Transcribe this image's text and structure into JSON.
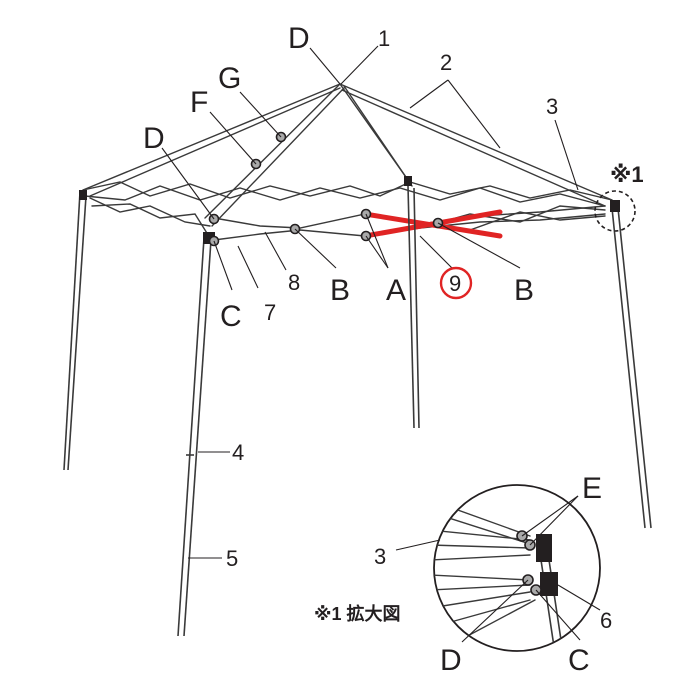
{
  "labels": {
    "A": "A",
    "B": "B",
    "C": "C",
    "D": "D",
    "E": "E",
    "F": "F",
    "G": "G",
    "n1": "1",
    "n2": "2",
    "n3": "3",
    "n4": "4",
    "n5": "5",
    "n6": "6",
    "n7": "7",
    "n8": "8",
    "n9": "9"
  },
  "note": {
    "marker": "※1",
    "caption": "※1 拡大図"
  },
  "colors": {
    "highlight": "#e02424",
    "line": "#3a3a3a",
    "text": "#231f20",
    "pin": "#a9a9a9"
  }
}
